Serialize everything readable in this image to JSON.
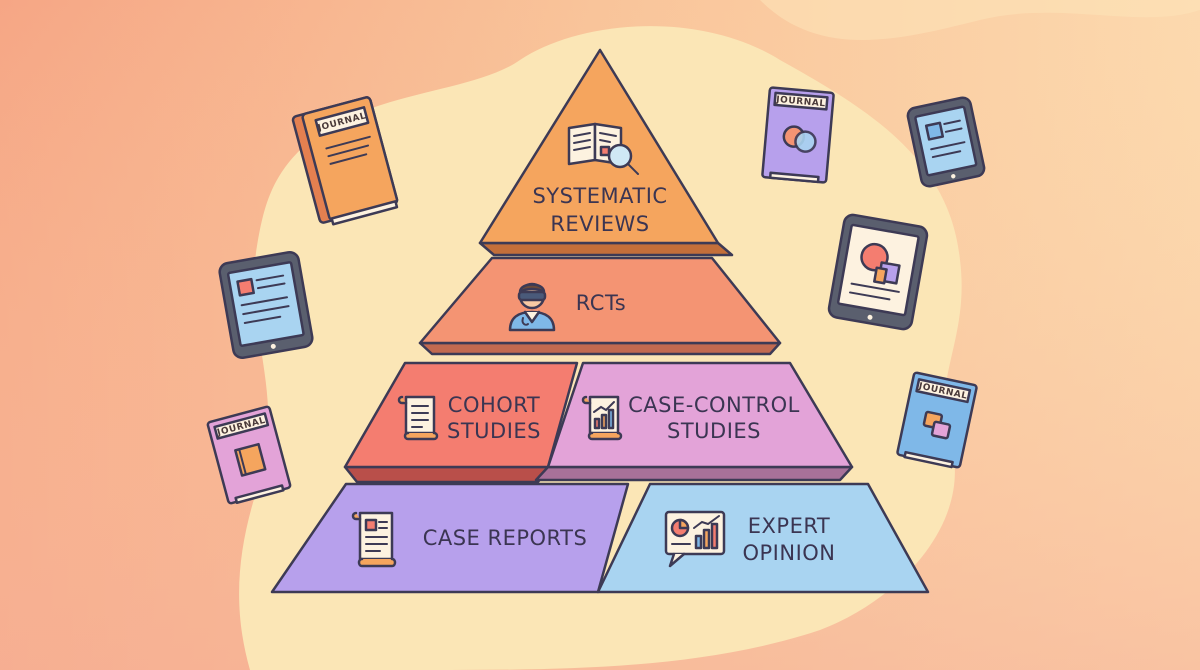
{
  "colors": {
    "bg_left": "#f4a886",
    "bg_right": "#fbd3a8",
    "blob": "#fbe6b4",
    "systematic": "#f5a55e",
    "rcts": "#f49473",
    "cohort": "#f47d70",
    "case_control": "#e3a3d8",
    "case_reports": "#b7a0ec",
    "expert": "#a9d4f1",
    "outline": "#3d3a55"
  },
  "pyramid": {
    "tiers": [
      {
        "key": "systematic",
        "lines": [
          "SYSTEMATIC",
          "REVIEWS"
        ],
        "icon": "book-magnifier-icon"
      },
      {
        "key": "rcts",
        "lines": [
          "RCTs"
        ],
        "icon": "doctor-icon"
      },
      {
        "key": "cohort",
        "lines": [
          "COHORT",
          "STUDIES"
        ],
        "icon": "scroll-icon"
      },
      {
        "key": "case_control",
        "lines": [
          "CASE-CONTROL",
          "STUDIES"
        ],
        "icon": "chart-scroll-icon"
      },
      {
        "key": "case_reports",
        "lines": [
          "CASE REPORTS"
        ],
        "icon": "report-scroll-icon"
      },
      {
        "key": "expert",
        "lines": [
          "EXPERT",
          "OPINION"
        ],
        "icon": "presentation-chart-icon"
      }
    ]
  },
  "decorations": {
    "journal_label": "JOURNAL",
    "items": [
      {
        "name": "journal-orange-icon"
      },
      {
        "name": "journal-purple-icon"
      },
      {
        "name": "journal-pink-icon"
      },
      {
        "name": "journal-blue-icon"
      },
      {
        "name": "tablet-left-icon"
      },
      {
        "name": "tablet-top-right-icon"
      },
      {
        "name": "tablet-right-icon"
      }
    ]
  }
}
